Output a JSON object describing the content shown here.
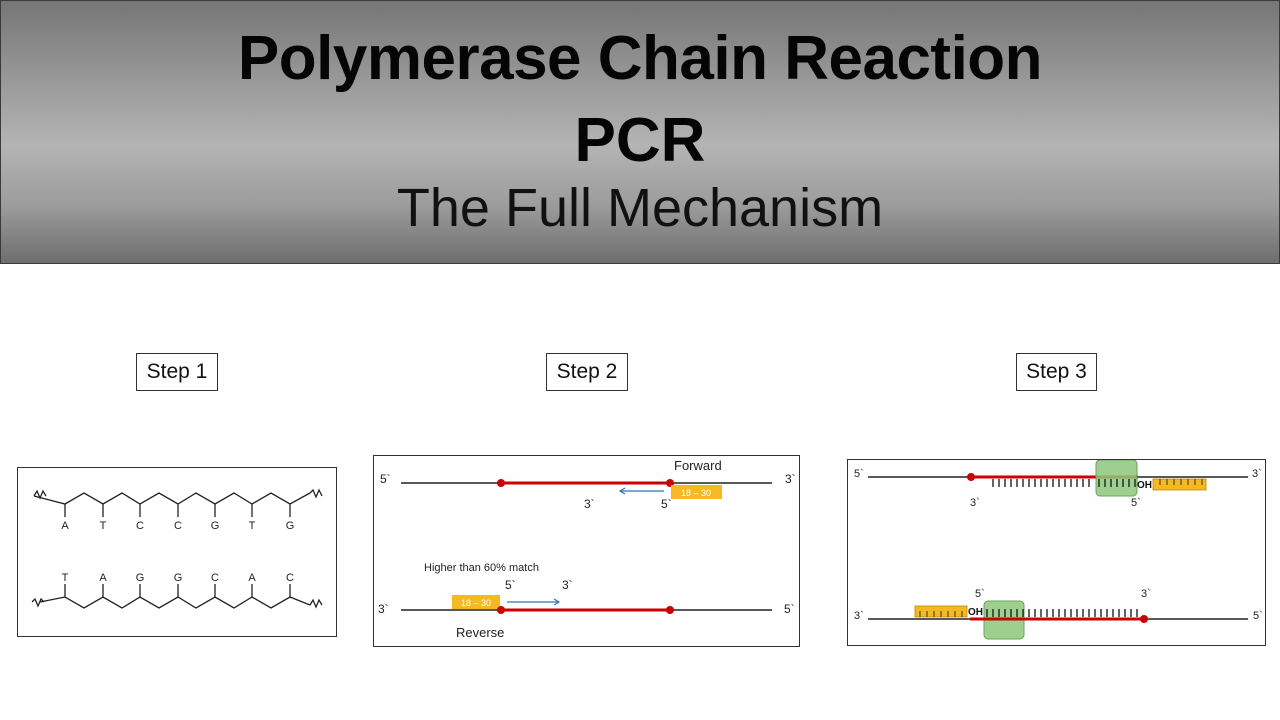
{
  "header": {
    "title_line1": "Polymerase Chain Reaction",
    "title_line2": "PCR",
    "subtitle": "The Full Mechanism"
  },
  "steps": [
    {
      "label": "Step 1"
    },
    {
      "label": "Step 2"
    },
    {
      "label": "Step 3"
    }
  ],
  "panel1": {
    "top_bases": [
      "A",
      "T",
      "C",
      "C",
      "G",
      "T",
      "G"
    ],
    "bottom_bases": [
      "T",
      "A",
      "G",
      "G",
      "C",
      "A",
      "C"
    ]
  },
  "panel2": {
    "forward_label": "Forward",
    "reverse_label": "Reverse",
    "primer_length": "18 – 30",
    "match_note": "Higher than 60% match",
    "end_5": "5`",
    "end_3": "3`"
  },
  "panel3": {
    "oh_label": "OH",
    "end_5": "5`",
    "end_3": "3`"
  },
  "colors": {
    "template": "#cc0000",
    "strand": "#222222",
    "primer": "#f5b921",
    "arrow": "#2e75b6",
    "polymerase": "#8cc87a"
  }
}
